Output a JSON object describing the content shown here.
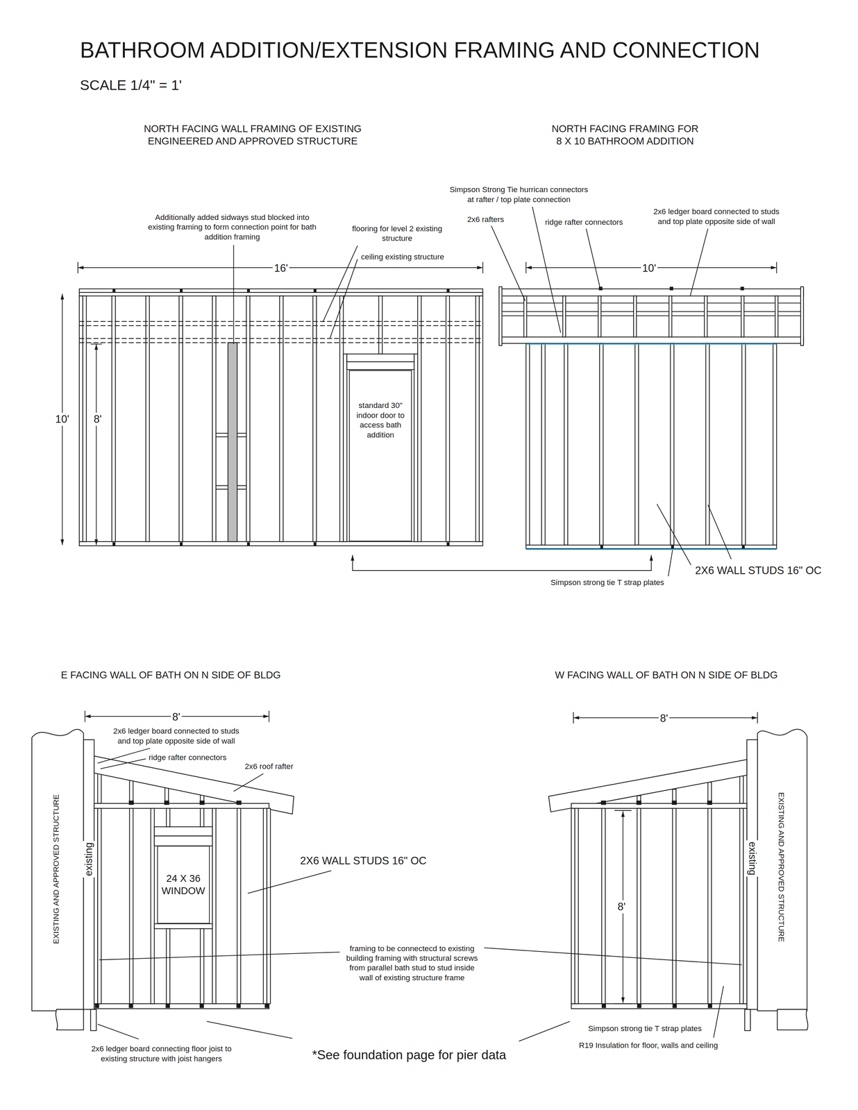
{
  "diagram": {
    "title": "BATHROOM ADDITION/EXTENSION FRAMING AND CONNECTION",
    "nodes": [
      {
        "text": [
          "standard 30\" indoor door to access bath addition"
        ]
      },
      {
        "text": [
          "24 X 36 WINDOW"
        ]
      }
    ],
    "labels": [
      "SCALE 1/4\" = 1'",
      "NORTH FACING WALL FRAMING OF EXISTING ENGINEERED AND APPROVED STRUCTURE",
      "NORTH FACING FRAMING FOR 8 X 10 BATHROOM ADDITION",
      "Additionally added sidways stud blocked into existing framing to form connection point for bath addition framing",
      "flooring for level 2 existing structure",
      "ceiling existing structure",
      "16'",
      "10'",
      "8'",
      "Simpson Strong Tie hurrican connectors at rafter / top plate connection",
      "2x6 rafters",
      "ridge rafter connectors",
      "2x6 ledger board connected to studs and top plate opposite side of wall",
      "10'",
      "2X6 WALL STUDS 16\" OC",
      "Simpson strong tie T strap plates",
      "E FACING WALL OF BATH ON N SIDE OF BLDG",
      "W FACING WALL OF BATH ON N SIDE OF BLDG",
      "8'",
      "2x6 ledger board connected to studs and top plate opposite side of wall",
      "ridge rafter connectors",
      "2x6 roof rafter",
      "EXISTING AND APPROVED STRUCTURE",
      "existing",
      "2X6 WALL STUDS 16\" OC",
      "framing to be connectecd to existing building framing with structural screws from parallel bath stud to stud inside wall of existing structure frame",
      "2x6 ledger board connecting floor joist to existing structure with joist hangers",
      "*See foundation page for pier data",
      "8'",
      "8'",
      "EXISTING AND APPROVED STRUCTURE",
      "existing",
      "Simpson strong tie T strap plates",
      "R19 Insulation for floor, walls and ceiling"
    ]
  }
}
